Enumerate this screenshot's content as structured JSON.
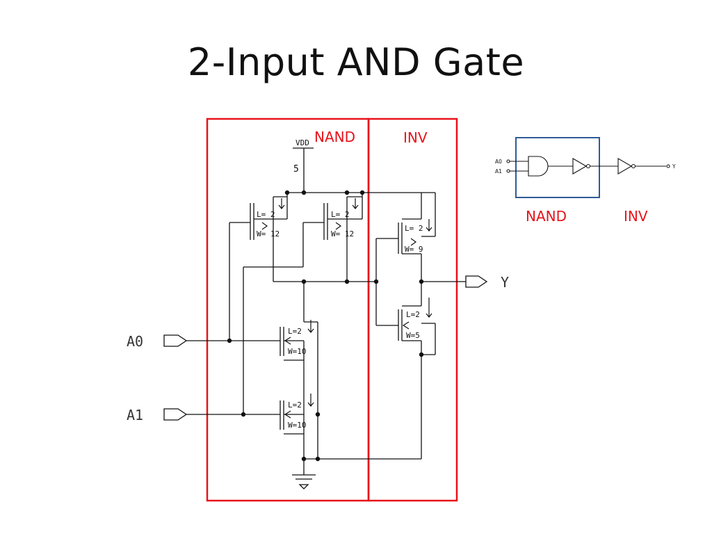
{
  "title": "2-Input AND Gate",
  "colors": {
    "box": "#e8121a",
    "label": "#e8121a",
    "wire": "#111111",
    "inset_border": "#2f5a96"
  },
  "schematic": {
    "vdd_label": "VDD",
    "vdd_value": "5",
    "inputs": [
      "A0",
      "A1"
    ],
    "output": "Y",
    "sections": [
      {
        "label": "NAND"
      },
      {
        "label": "INV"
      }
    ],
    "transistors": [
      {
        "id": "pmos-1",
        "l": "L= 2",
        "w": "W= 12"
      },
      {
        "id": "pmos-2",
        "l": "L= 2",
        "w": "W= 12"
      },
      {
        "id": "nmos-1",
        "l": "L=2",
        "w": "W=10"
      },
      {
        "id": "nmos-2",
        "l": "L=2",
        "w": "W=10"
      },
      {
        "id": "inv-pmos",
        "l": "L= 2",
        "w": "W= 9"
      },
      {
        "id": "inv-nmos",
        "l": "L=2",
        "w": "W=5"
      }
    ]
  },
  "inset": {
    "inputs": [
      "A0",
      "A1"
    ],
    "output": "Y",
    "labels": [
      "NAND",
      "INV"
    ]
  }
}
